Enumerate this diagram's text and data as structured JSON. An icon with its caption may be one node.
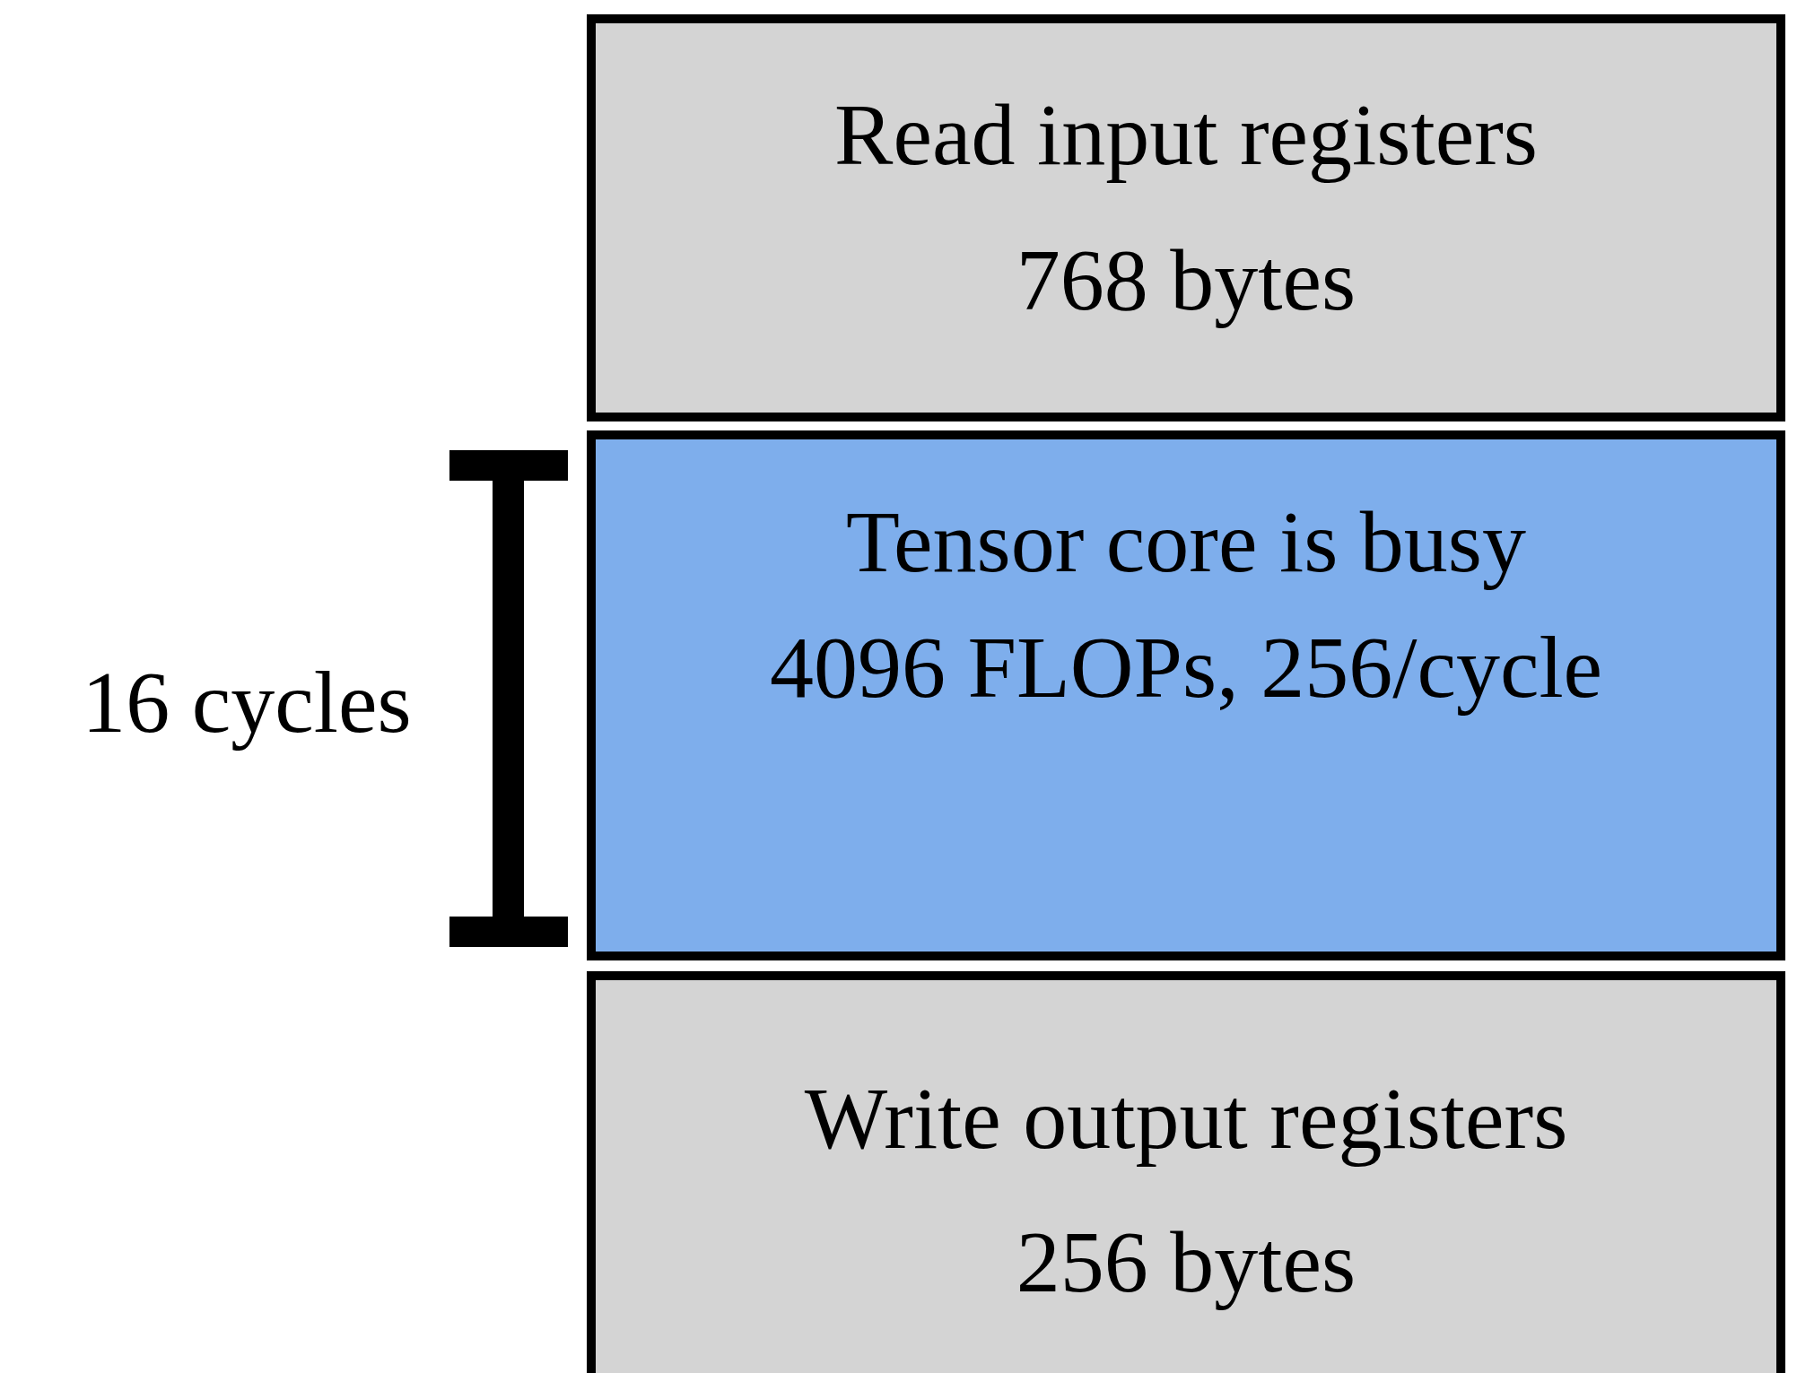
{
  "diagram": {
    "nodes": [
      {
        "text": [
          "Read input registers",
          "768 bytes"
        ]
      },
      {
        "text": [
          "Tensor core is busy",
          "4096 FLOPs, 256/cycle"
        ]
      },
      {
        "text": [
          "Write output registers",
          "256 bytes"
        ]
      }
    ],
    "labels": [
      "16 cycles"
    ]
  }
}
